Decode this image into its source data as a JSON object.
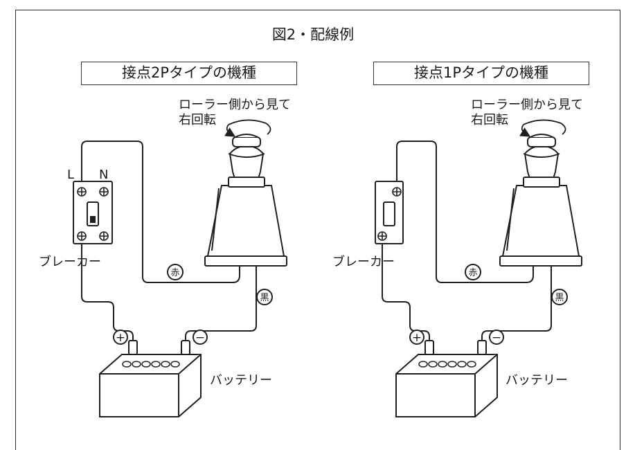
{
  "title": "図2・配線例",
  "left_panel": {
    "heading": "接点2Pタイプの機種",
    "rotation_line1": "ローラー側から見て",
    "rotation_line2": "右回転",
    "terminal_l": "L",
    "terminal_n": "N",
    "breaker": "ブレーカー",
    "red_mark": "赤",
    "black_mark": "黒",
    "battery": "バッテリー",
    "plus": "+",
    "minus": "−"
  },
  "right_panel": {
    "heading": "接点1Pタイプの機種",
    "rotation_line1": "ローラー側から見て",
    "rotation_line2": "右回転",
    "breaker": "ブレーカー",
    "red_mark": "赤",
    "black_mark": "黒",
    "battery": "バッテリー",
    "plus": "+",
    "minus": "−"
  },
  "colors": {
    "line": "#1f1f1f",
    "background": "#ffffff"
  }
}
